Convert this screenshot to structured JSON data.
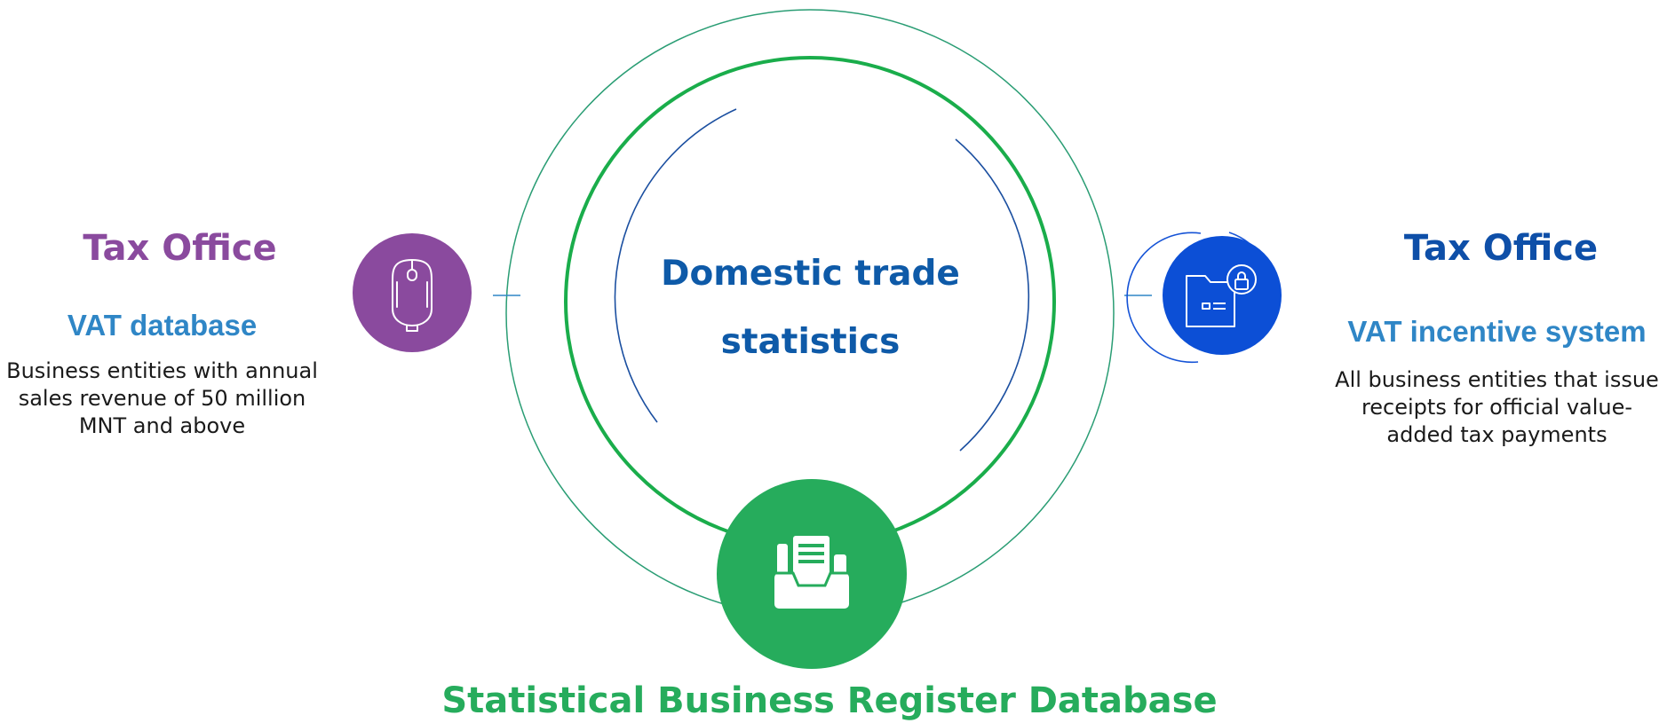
{
  "left_source": {
    "title": "Tax Office",
    "subtitle": "VAT database",
    "description": "Business entities with annual sales revenue of 50 million MNT and above",
    "icon": "mouse-icon"
  },
  "right_source": {
    "title": "Tax Office",
    "subtitle": "VAT incentive system",
    "description": "All business entities that issue receipts for official value-added tax payments",
    "icon": "locked-folder-icon"
  },
  "center": {
    "title": "Domestic trade statistics"
  },
  "bottom": {
    "title": "Statistical Business Register Database",
    "icon": "document-tray-icon"
  },
  "colors": {
    "purple": "#8a4a9e",
    "blue": "#0e4fa8",
    "light_blue": "#2f86c6",
    "green": "#26ac5c",
    "teal_ring": "#2a9d74"
  }
}
